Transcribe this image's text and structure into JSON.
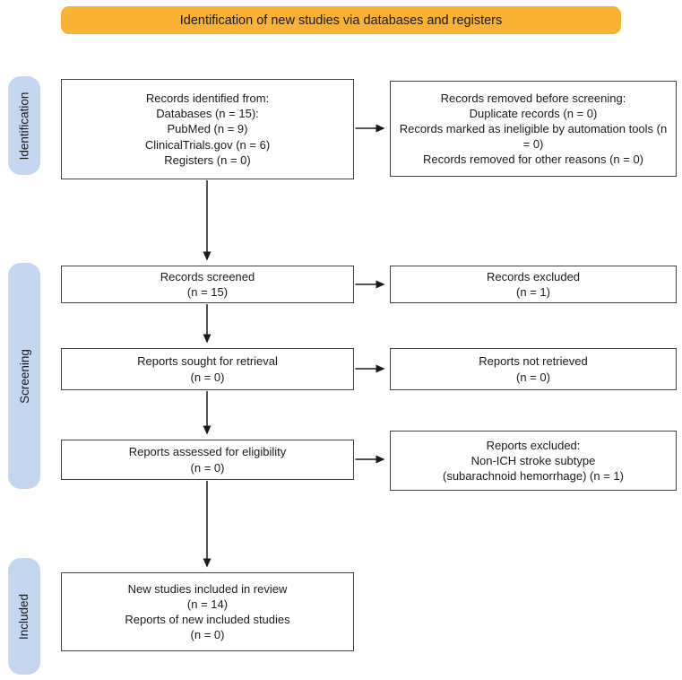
{
  "banner": {
    "label": "Identification of new studies via databases and registers"
  },
  "stages": [
    {
      "label": "Identification"
    },
    {
      "label": "Screening"
    },
    {
      "label": "Included"
    }
  ],
  "boxes": {
    "records_identified": {
      "lines": [
        "Records identified from:",
        "Databases (n = 15):",
        "PubMed (n = 9)",
        "ClinicalTrials.gov (n = 6)",
        "Registers (n = 0)"
      ]
    },
    "records_removed": {
      "lines": [
        "Records removed before screening:",
        "Duplicate records (n = 0)",
        "Records marked as ineligible by automation tools (n = 0)",
        "Records removed for other reasons (n = 0)"
      ]
    },
    "records_screened": {
      "lines": [
        "Records screened",
        "(n = 15)"
      ]
    },
    "records_excluded": {
      "lines": [
        "Records excluded",
        "(n = 1)"
      ]
    },
    "reports_sought": {
      "lines": [
        "Reports sought for retrieval",
        "(n = 0)"
      ]
    },
    "reports_not_retrieved": {
      "lines": [
        "Reports not retrieved",
        "(n = 0)"
      ]
    },
    "reports_assessed": {
      "lines": [
        "Reports assessed for eligibility",
        "(n = 0)"
      ]
    },
    "reports_excluded": {
      "lines": [
        "Reports excluded:",
        "Non-ICH stroke subtype",
        "(subarachnoid hemorrhage) (n = 1)"
      ]
    },
    "new_studies_included": {
      "lines": [
        "New studies included in review",
        "(n = 14)",
        "Reports of new included studies",
        "(n = 0)"
      ]
    }
  },
  "colors": {
    "banner_bg": "#F9B233",
    "stage_bg": "#C4D6F0",
    "box_border": "#404040",
    "arrow": "#1A1A1A",
    "text": "#1A1A1A"
  }
}
